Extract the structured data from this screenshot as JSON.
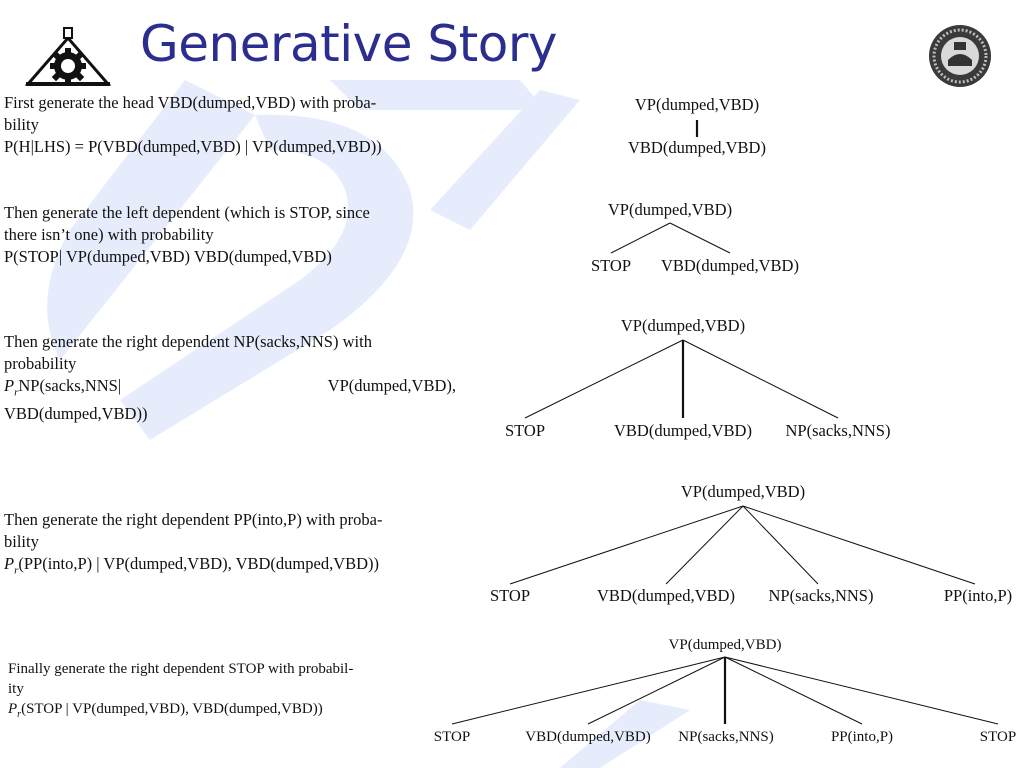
{
  "slide": {
    "title": "Generative Story",
    "watermark": "DK",
    "colors": {
      "title": "#2b2d8f",
      "watermark": "#e6ecfb"
    }
  },
  "steps": [
    {
      "lines": [
        "First generate the head VBD(dumped,VBD) with proba-",
        "bility",
        "P(H|LHS) = P(VBD(dumped,VBD) | VP(dumped,VBD))"
      ]
    },
    {
      "lines": [
        "Then generate the left dependent (which is STOP, since",
        "there isn’t one) with probability",
        "P(STOP| VP(dumped,VBD) VBD(dumped,VBD)"
      ]
    },
    {
      "lines": [
        "Then generate the right dependent NP(sacks,NNS) with",
        "probability"
      ],
      "formula_left": "NP(sacks,NNS|",
      "formula_right": "VP(dumped,VBD),",
      "formula_cont": "VBD(dumped,VBD))"
    },
    {
      "lines": [
        "Then generate the right dependent PP(into,P) with proba-",
        "bility"
      ],
      "formula": "(PP(into,P) | VP(dumped,VBD), VBD(dumped,VBD))"
    },
    {
      "lines": [
        "Finally generate the right dependent STOP with probabil-",
        "ity"
      ],
      "formula": "(STOP | VP(dumped,VBD), VBD(dumped,VBD))"
    }
  ],
  "pr_symbol": {
    "P": "P",
    "r": "r"
  },
  "trees": [
    {
      "root": "VP(dumped,VBD)",
      "children": [
        "VBD(dumped,VBD)"
      ]
    },
    {
      "root": "VP(dumped,VBD)",
      "children": [
        "STOP",
        "VBD(dumped,VBD)"
      ]
    },
    {
      "root": "VP(dumped,VBD)",
      "children": [
        "STOP",
        "VBD(dumped,VBD)",
        "NP(sacks,NNS)"
      ]
    },
    {
      "root": "VP(dumped,VBD)",
      "children": [
        "STOP",
        "VBD(dumped,VBD)",
        "NP(sacks,NNS)",
        "PP(into,P)"
      ]
    },
    {
      "root": "VP(dumped,VBD)",
      "children": [
        "STOP",
        "VBD(dumped,VBD)",
        "NP(sacks,NNS)",
        "PP(into,P)",
        "STOP"
      ]
    }
  ]
}
